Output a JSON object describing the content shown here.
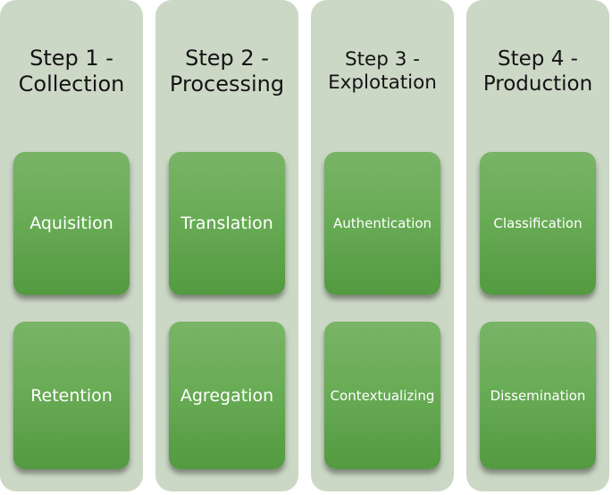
{
  "diagram": {
    "type": "process-steps",
    "background_color": "#ffffff",
    "panel_color": "#ccd8c6",
    "box_gradient_top": "#79b467",
    "box_gradient_bottom": "#539a40",
    "title_text_color": "#141414",
    "box_text_color": "#ffffff",
    "columns": [
      {
        "title_line1": "Step 1 -",
        "title_line2": "Collection",
        "boxes": [
          "Aquisition",
          "Retention"
        ]
      },
      {
        "title_line1": "Step 2 -",
        "title_line2": "Processing",
        "boxes": [
          "Translation",
          "Agregation"
        ]
      },
      {
        "title_line1": "Step 3 -",
        "title_line2": "Explotation",
        "boxes": [
          "Authentication",
          "Contextualizing"
        ]
      },
      {
        "title_line1": "Step 4 -",
        "title_line2": "Production",
        "boxes": [
          "Classification",
          "Dissemination"
        ]
      }
    ]
  }
}
